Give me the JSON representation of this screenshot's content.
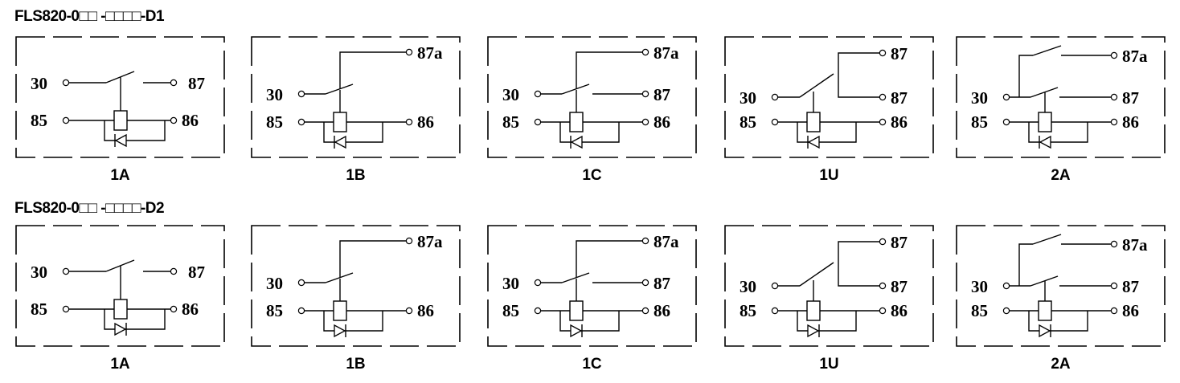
{
  "diagram": {
    "rows": [
      {
        "title": "FLS820-0□□ -□□□□-D1",
        "diode_direction": "toward-85",
        "panels": [
          {
            "type": "1A",
            "label": "1A",
            "pins": {
              "com": "30",
              "no": "87",
              "coil_left": "85",
              "coil_right": "86"
            }
          },
          {
            "type": "1B",
            "label": "1B",
            "pins": {
              "com": "30",
              "nc": "87a",
              "coil_left": "85",
              "coil_right": "86"
            }
          },
          {
            "type": "1C",
            "label": "1C",
            "pins": {
              "com": "30",
              "nc": "87a",
              "no": "87",
              "coil_left": "85",
              "coil_right": "86"
            }
          },
          {
            "type": "1U",
            "label": "1U",
            "pins": {
              "com": "30",
              "no_top": "87",
              "no": "87",
              "coil_left": "85",
              "coil_right": "86"
            }
          },
          {
            "type": "2A",
            "label": "2A",
            "pins": {
              "com": "30",
              "no2": "87a",
              "no": "87",
              "coil_left": "85",
              "coil_right": "86"
            }
          }
        ]
      },
      {
        "title": "FLS820-0□□ -□□□□-D2",
        "diode_direction": "toward-86",
        "panels": [
          {
            "type": "1A",
            "label": "1A",
            "pins": {
              "com": "30",
              "no": "87",
              "coil_left": "85",
              "coil_right": "86"
            }
          },
          {
            "type": "1B",
            "label": "1B",
            "pins": {
              "com": "30",
              "nc": "87a",
              "coil_left": "85",
              "coil_right": "86"
            }
          },
          {
            "type": "1C",
            "label": "1C",
            "pins": {
              "com": "30",
              "nc": "87a",
              "no": "87",
              "coil_left": "85",
              "coil_right": "86"
            }
          },
          {
            "type": "1U",
            "label": "1U",
            "pins": {
              "com": "30",
              "no_top": "87",
              "no": "87",
              "coil_left": "85",
              "coil_right": "86"
            }
          },
          {
            "type": "2A",
            "label": "2A",
            "pins": {
              "com": "30",
              "no2": "87a",
              "no": "87",
              "coil_left": "85",
              "coil_right": "86"
            }
          }
        ]
      }
    ]
  }
}
